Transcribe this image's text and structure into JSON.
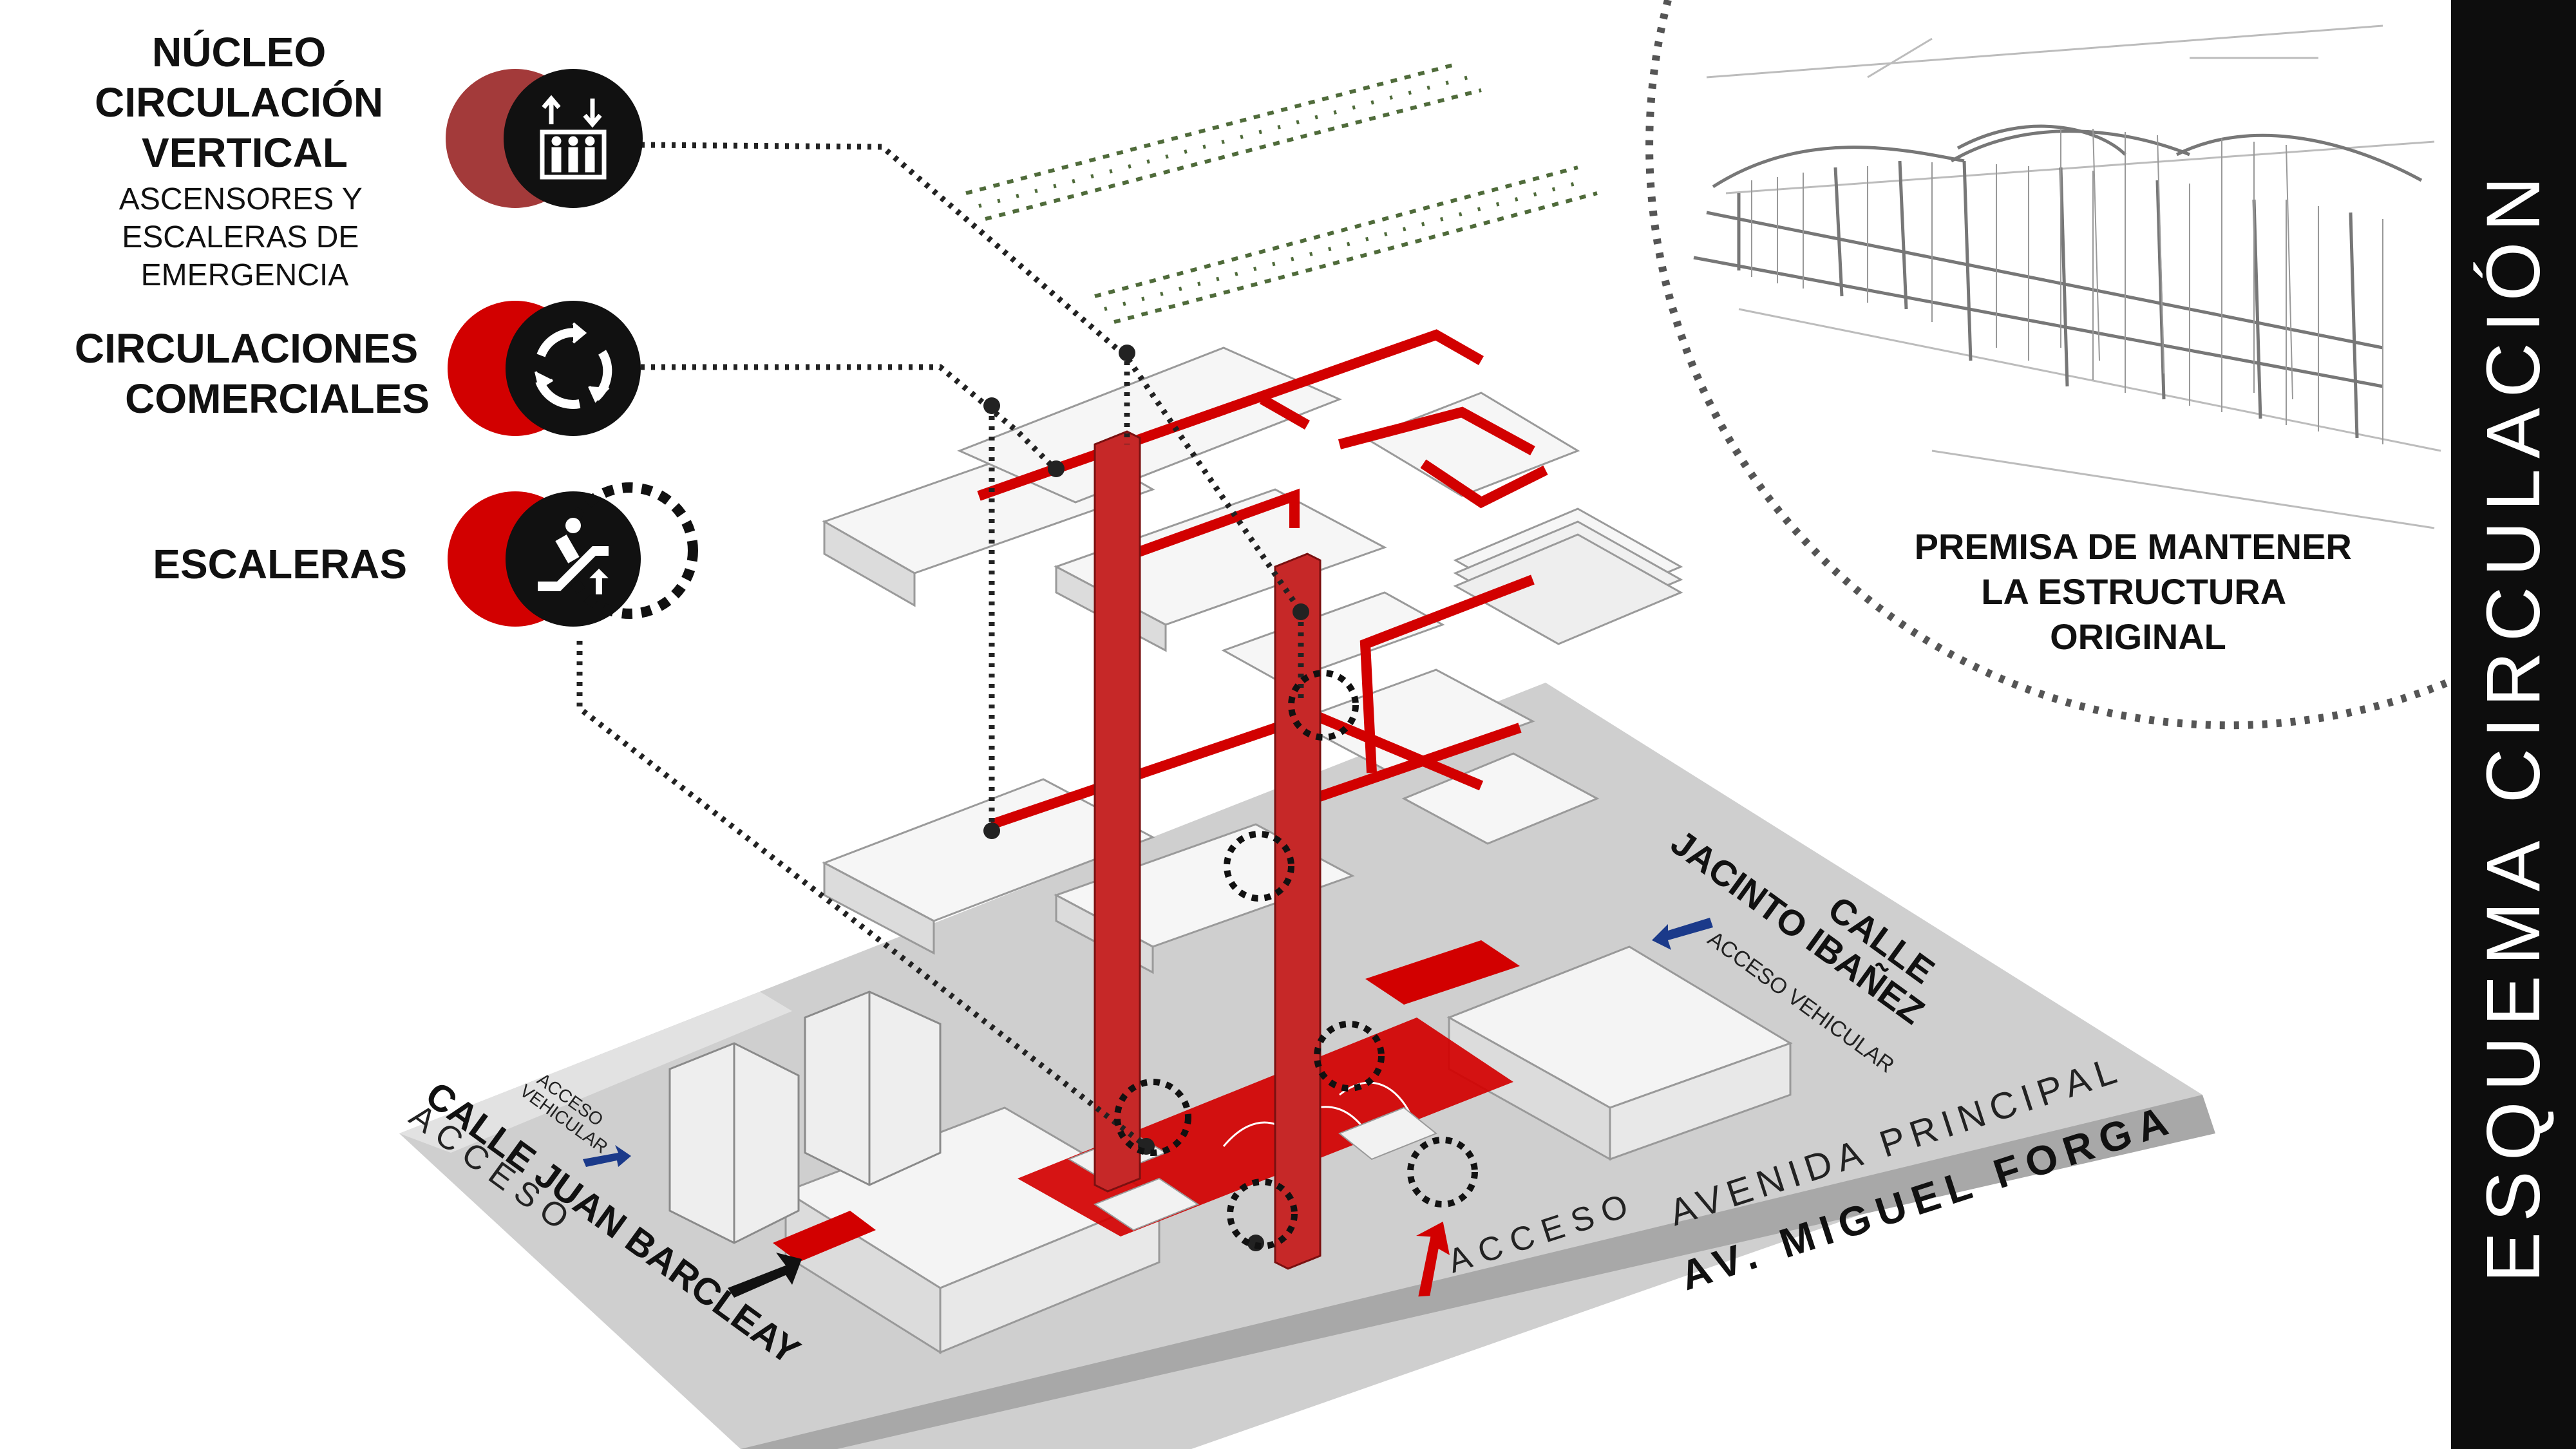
{
  "title": "ESQUEMA CIRCULACIÓN",
  "legend": [
    {
      "id": "nucleo",
      "title_lines": [
        "NÚCLEO",
        "CIRCULACIÓN",
        "VERTICAL"
      ],
      "sub_lines": [
        "ASCENSORES Y",
        "ESCALERAS DE",
        "EMERGENCIA"
      ],
      "icon": "elevator-icon",
      "color": "#a33a3a"
    },
    {
      "id": "comerciales",
      "title_lines": [
        "CIRCULACIONES",
        "COMERCIALES"
      ],
      "sub_lines": [],
      "icon": "circular-arrows-icon",
      "color": "#d20000"
    },
    {
      "id": "escaleras",
      "title_lines": [
        "ESCALERAS"
      ],
      "sub_lines": [],
      "icon": "escalator-icon",
      "color": "#d20000"
    }
  ],
  "inset": {
    "caption_lines": [
      "PREMISA DE MANTENER",
      "LA ESTRUCTURA",
      "ORIGINAL"
    ]
  },
  "streets": {
    "calle_jacinto_lines": [
      "CALLE",
      "JACINTO IBAÑEZ"
    ],
    "acceso_vehicular_right": "ACCESO VEHICULAR",
    "avenida_principal": "AVENIDA PRINCIPAL",
    "av_miguel_forga": "AV. MIGUEL FORGA",
    "acceso_front": "ACCESO",
    "calle_juan_barcleay": "CALLE JUAN BARCLEAY",
    "acceso_left": "ACCESO",
    "acceso_vehicular_left_lines": [
      "ACCESO",
      "VEHICULAR"
    ]
  },
  "colors": {
    "circulation_red": "#d20000",
    "core_red": "#c62828",
    "ground_gray": "#cfcfcf",
    "road_gray": "#a8a8a8",
    "roof_green": "#4f6b3a"
  }
}
